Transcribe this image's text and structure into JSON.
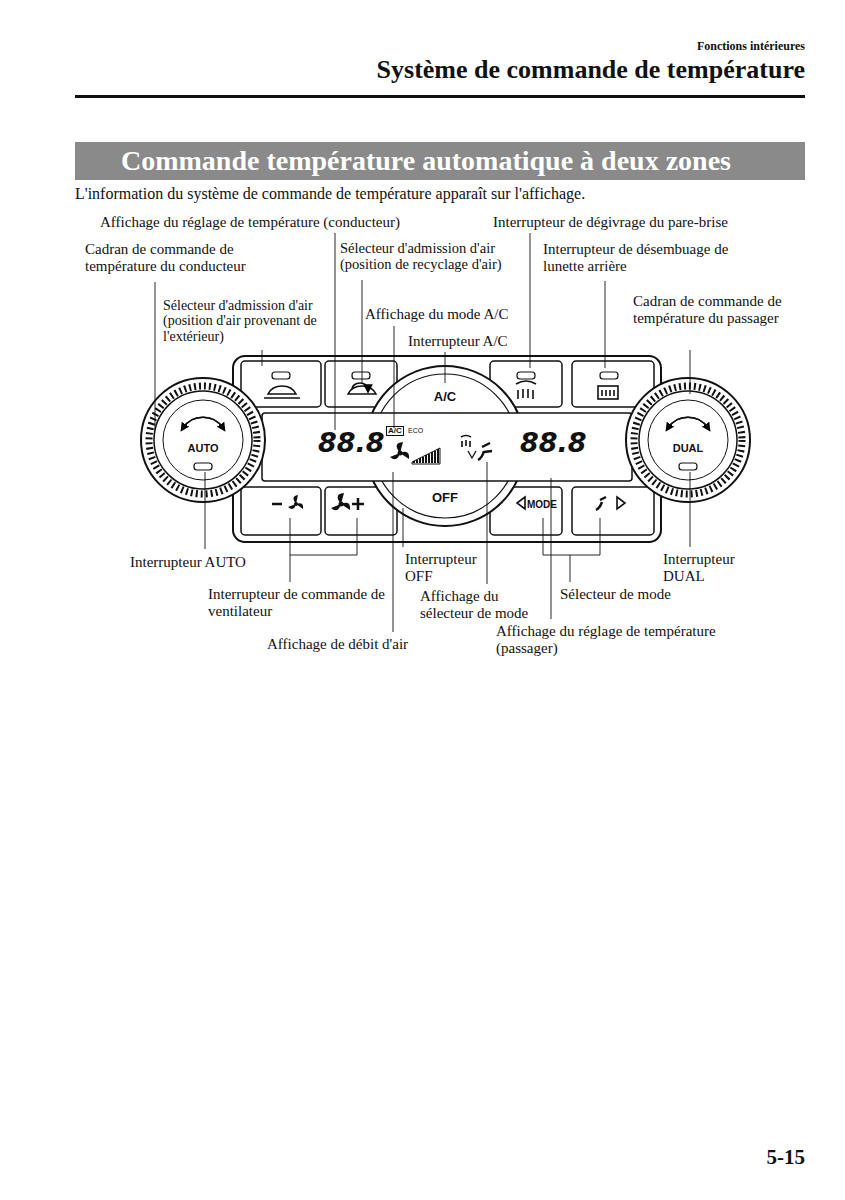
{
  "diagram": {
    "title": "Système de commande de température",
    "nodes": [
      {
        "text": [
          "Commande température automatique à deux zones"
        ]
      },
      {
        "text": [
          "AUTO"
        ]
      },
      {
        "text": [
          "A/C"
        ]
      },
      {
        "text": [
          "OFF"
        ]
      },
      {
        "text": [
          "MODE"
        ]
      },
      {
        "text": [
          "DUAL"
        ]
      },
      {
        "text": [
          "88.8",
          "A/C",
          "ECO",
          "88.8"
        ]
      }
    ],
    "labels": [
      "Fonctions intérieures",
      "L'information du système de commande de température apparaît sur l'affichage.",
      "Affichage du réglage de température (conducteur)",
      "Cadran de commande de température du conducteur",
      "Sélecteur d'admission d'air (position de recyclage d'air)",
      "Interrupteur de dégivrage du pare-brise",
      "Interrupteur de désembuage de lunette arrière",
      "Sélecteur d'admission d'air (position d'air provenant de l'extérieur)",
      "Affichage du mode A/C",
      "Interrupteur A/C",
      "Cadran de commande de température du passager",
      "Interrupteur AUTO",
      "Interrupteur de commande de ventilateur",
      "Interrupteur OFF",
      "Affichage du sélecteur de mode",
      "Sélecteur de mode",
      "Interrupteur DUAL",
      "Affichage de débit d'air",
      "Affichage du réglage de température (passager)",
      "5-15"
    ]
  }
}
